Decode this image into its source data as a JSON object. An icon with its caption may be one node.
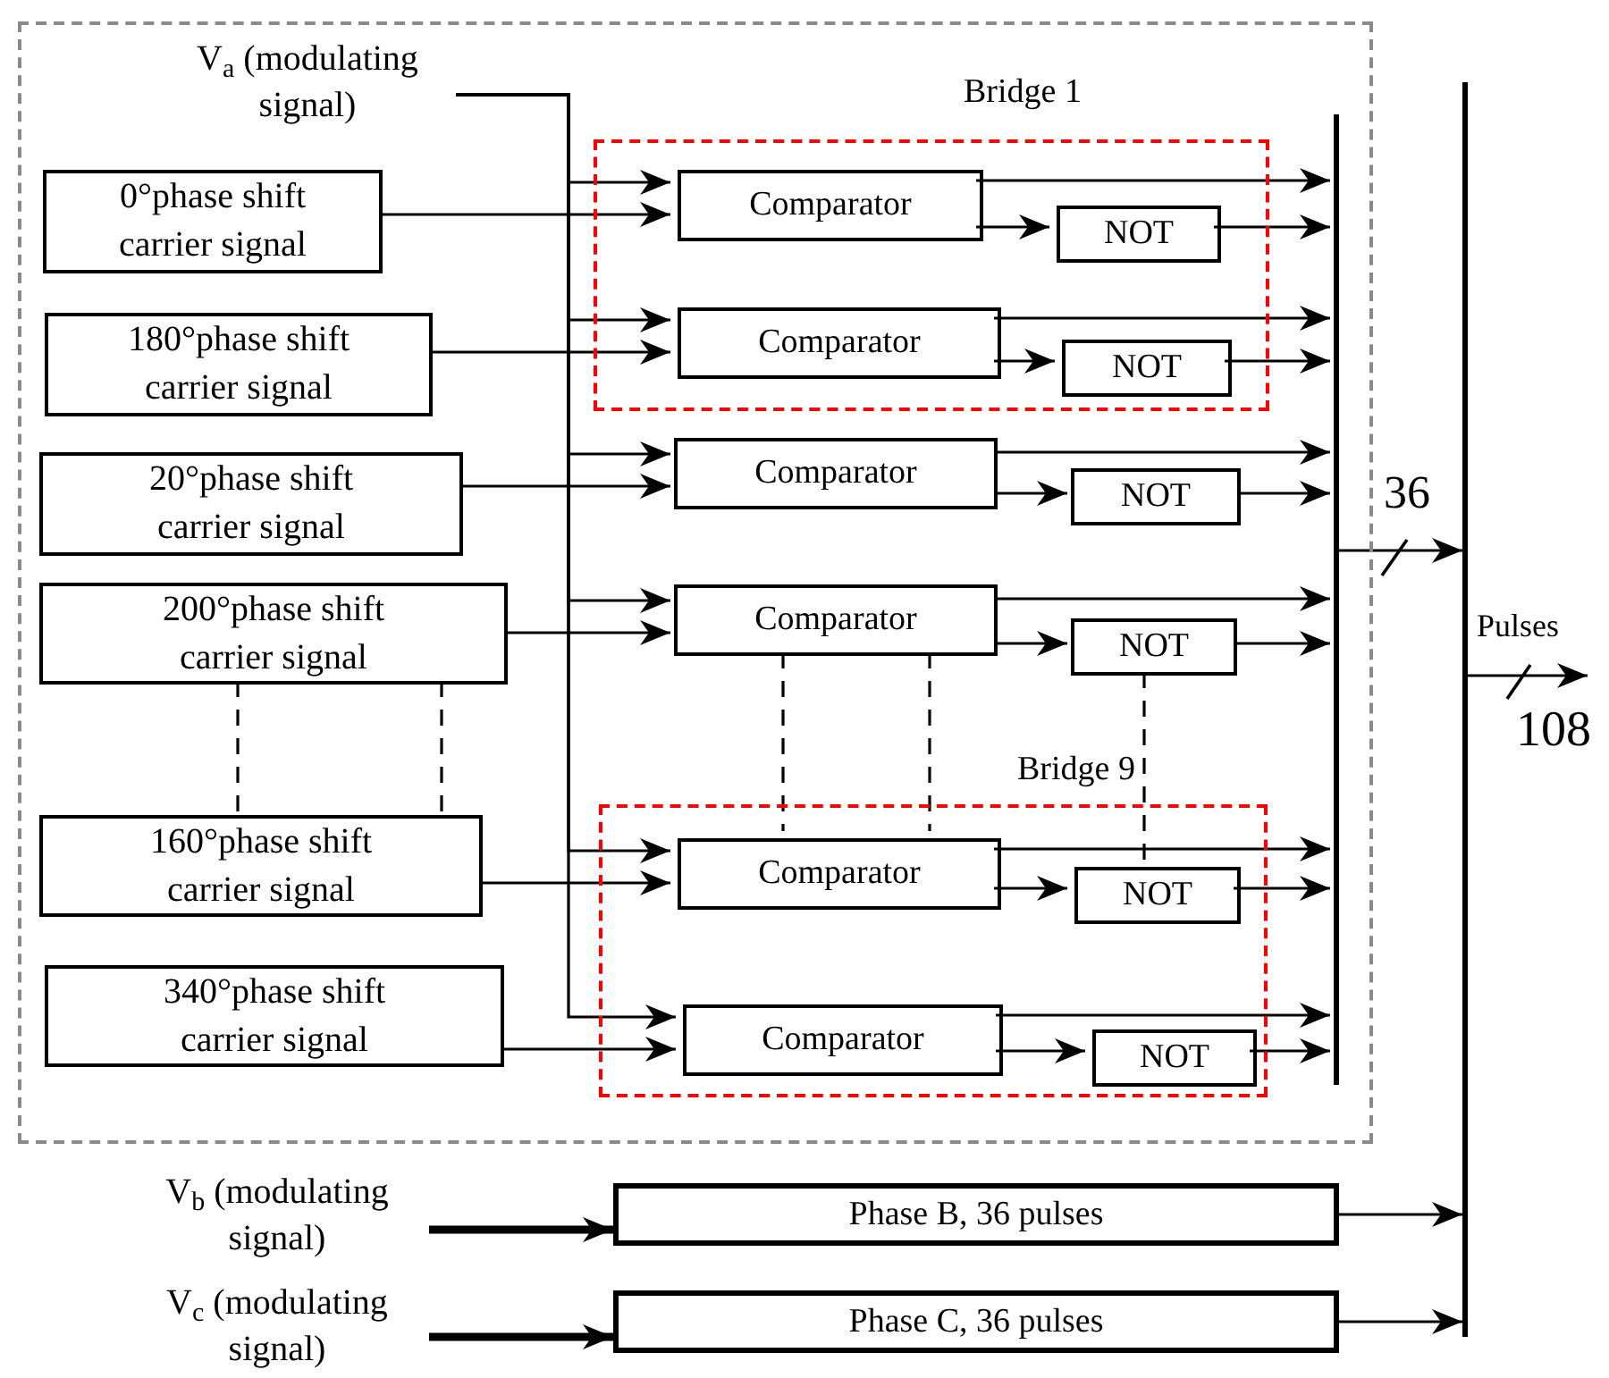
{
  "diagram": {
    "nodes": [
      {
        "text": [],
        "shape": "box"
      },
      {
        "text": [
          "V$_{a}$ (modulating signal)"
        ],
        "in": 0
      },
      {
        "text": [
          "Bridge 1"
        ],
        "in": 0
      },
      {
        "text": [
          "0°phase shift carrier signal"
        ],
        "in": 0
      },
      {
        "text": [
          "Comparator"
        ],
        "in": 2
      },
      {
        "text": [
          "NOT"
        ],
        "in": 2
      },
      {
        "text": [
          "180°phase shift carrier signal"
        ],
        "in": 0
      },
      {
        "text": [
          "Comparator"
        ],
        "in": 2
      },
      {
        "text": [
          "NOT"
        ],
        "in": 2
      },
      {
        "text": [
          "20°phase shift carrier signal"
        ],
        "in": 0
      },
      {
        "text": [
          "Comparator"
        ],
        "in": 0
      },
      {
        "text": [
          "NOT"
        ],
        "in": 0
      },
      {
        "text": [
          "200°phase shift carrier signal"
        ],
        "in": 0
      },
      {
        "text": [
          "Comparator"
        ],
        "in": 0
      },
      {
        "text": [
          "NOT"
        ],
        "in": 0
      },
      {
        "text": [
          "Bridge 9"
        ],
        "in": 0
      },
      {
        "text": [
          "160°phase shift carrier signal"
        ],
        "in": 0
      },
      {
        "text": [
          "Comparator"
        ],
        "in": 15
      },
      {
        "text": [
          "NOT"
        ],
        "in": 15
      },
      {
        "text": [
          "340°phase shift carrier signal"
        ],
        "in": 0
      },
      {
        "text": [
          "Comparator"
        ],
        "in": 15
      },
      {
        "text": [
          "NOT"
        ],
        "in": 15
      },
      {
        "text": [],
        "shape": "bar",
        "in": 0
      },
      {
        "text": [],
        "shape": "bar"
      },
      {
        "text": [
          "V$_{b}$ (modulating signal)"
        ]
      },
      {
        "text": [
          "Phase B, 36 pulses"
        ]
      },
      {
        "text": [
          "V$_{c}$ (modulating signal)"
        ]
      },
      {
        "text": [
          "Phase C, 36 pulses"
        ]
      }
    ],
    "edges": [
      {
        "from": 1,
        "to": 4,
        "arrow": "to"
      },
      {
        "from": 3,
        "to": 4,
        "arrow": "to"
      },
      {
        "from": 4,
        "to": 5,
        "arrow": "to"
      },
      {
        "from": 4,
        "to": 22,
        "arrow": "to"
      },
      {
        "from": 5,
        "to": 22,
        "arrow": "to"
      },
      {
        "from": 1,
        "to": 7,
        "arrow": "to"
      },
      {
        "from": 6,
        "to": 7,
        "arrow": "to"
      },
      {
        "from": 7,
        "to": 8,
        "arrow": "to"
      },
      {
        "from": 7,
        "to": 22,
        "arrow": "to"
      },
      {
        "from": 8,
        "to": 22,
        "arrow": "to"
      },
      {
        "from": 1,
        "to": 10,
        "arrow": "to"
      },
      {
        "from": 9,
        "to": 10,
        "arrow": "to"
      },
      {
        "from": 10,
        "to": 11,
        "arrow": "to"
      },
      {
        "from": 10,
        "to": 22,
        "arrow": "to"
      },
      {
        "from": 11,
        "to": 22,
        "arrow": "to"
      },
      {
        "from": 1,
        "to": 13,
        "arrow": "to"
      },
      {
        "from": 12,
        "to": 13,
        "arrow": "to"
      },
      {
        "from": 13,
        "to": 14,
        "arrow": "to"
      },
      {
        "from": 13,
        "to": 22,
        "arrow": "to"
      },
      {
        "from": 14,
        "to": 22,
        "arrow": "to"
      },
      {
        "from": 1,
        "to": 17,
        "arrow": "to"
      },
      {
        "from": 16,
        "to": 17,
        "arrow": "to"
      },
      {
        "from": 17,
        "to": 18,
        "arrow": "to"
      },
      {
        "from": 17,
        "to": 22,
        "arrow": "to"
      },
      {
        "from": 18,
        "to": 22,
        "arrow": "to"
      },
      {
        "from": 1,
        "to": 20,
        "arrow": "to"
      },
      {
        "from": 19,
        "to": 20,
        "arrow": "to"
      },
      {
        "from": 20,
        "to": 21,
        "arrow": "to"
      },
      {
        "from": 20,
        "to": 22,
        "arrow": "to"
      },
      {
        "from": 21,
        "to": 22,
        "arrow": "to"
      },
      {
        "from": 22,
        "to": 23,
        "arrow": "to",
        "label": "36"
      },
      {
        "from": 23,
        "to": null,
        "arrow": "to",
        "label": "Pulses"
      },
      {
        "from": 24,
        "to": 25,
        "arrow": "to",
        "style": "thick"
      },
      {
        "from": 25,
        "to": 23,
        "arrow": "to"
      },
      {
        "from": 26,
        "to": 27,
        "arrow": "to",
        "style": "thick"
      },
      {
        "from": 27,
        "to": 23,
        "arrow": "to"
      },
      {
        "from": 12,
        "to": 16,
        "arrow": "none",
        "style": "dashed"
      },
      {
        "from": 12,
        "to": 16,
        "arrow": "none",
        "style": "dashed"
      },
      {
        "from": 13,
        "to": 17,
        "arrow": "none",
        "style": "dashed"
      },
      {
        "from": 13,
        "to": 17,
        "arrow": "none",
        "style": "dashed"
      },
      {
        "from": 14,
        "to": 18,
        "arrow": "none",
        "style": "dashed"
      }
    ],
    "labels": [
      "108"
    ]
  }
}
